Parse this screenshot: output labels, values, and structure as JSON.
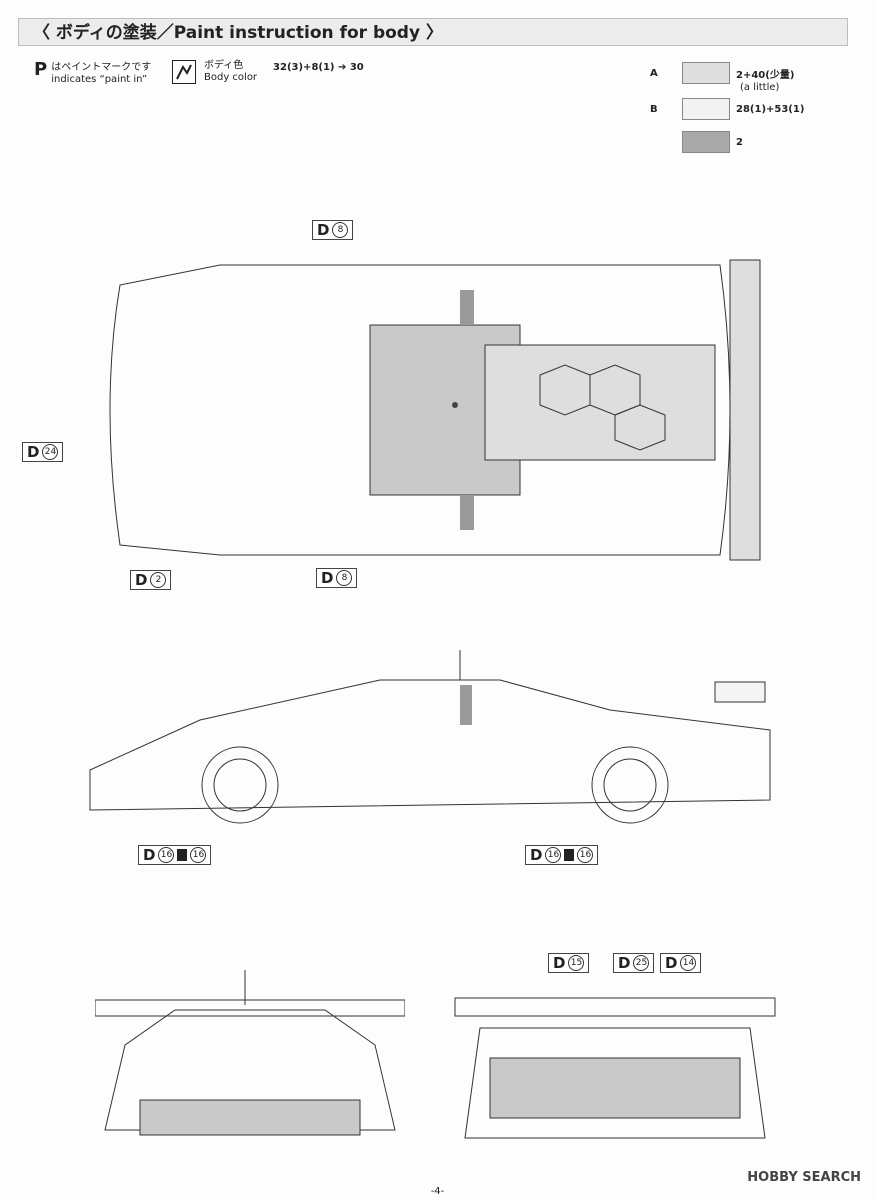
{
  "header": {
    "title": "〈 ボディの塗装／Paint instruction for body 〉"
  },
  "legend": {
    "paint_mark_jp": "はペイントマークです",
    "paint_mark_en": "indicates “paint in”",
    "body_color_jp": "ボディ色",
    "body_color_en": "Body color",
    "body_color_formula": "32(3)+8(1) ➔ 30"
  },
  "paint_table": [
    {
      "label": "A",
      "formula": "2+40(少量)",
      "note": "(a little)",
      "color": "#dedede"
    },
    {
      "label": "B",
      "formula": "28(1)+53(1)",
      "note": "",
      "color": "#f2f2f2"
    },
    {
      "label": "",
      "formula": "2",
      "note": "",
      "color": "#a9a9a9"
    }
  ],
  "decals": [
    {
      "letter": "D",
      "num": "8",
      "name": "top-decal-d8-upper"
    },
    {
      "letter": "D",
      "num": "24",
      "name": "top-decal-d24"
    },
    {
      "letter": "D",
      "num": "2",
      "name": "top-decal-d2"
    },
    {
      "letter": "D",
      "num": "8",
      "name": "top-decal-d8-lower"
    },
    {
      "letter": "D",
      "num": "16",
      "extra": "16",
      "name": "side-decal-front-wheel"
    },
    {
      "letter": "D",
      "num": "16",
      "extra": "16",
      "name": "side-decal-rear-wheel"
    },
    {
      "letter": "D",
      "num": "15",
      "name": "rear-decal-d15"
    },
    {
      "letter": "D",
      "num": "25",
      "name": "rear-decal-d25"
    },
    {
      "letter": "D",
      "num": "14",
      "name": "rear-decal-d14"
    }
  ],
  "footer": {
    "page": "-4-",
    "watermark": "HOBBY SEARCH"
  },
  "colors": {
    "body": "#fdfdfd",
    "header_bg": "#ececec",
    "roof": "#c9c9c9",
    "black_detail": "#9a9a9a"
  }
}
